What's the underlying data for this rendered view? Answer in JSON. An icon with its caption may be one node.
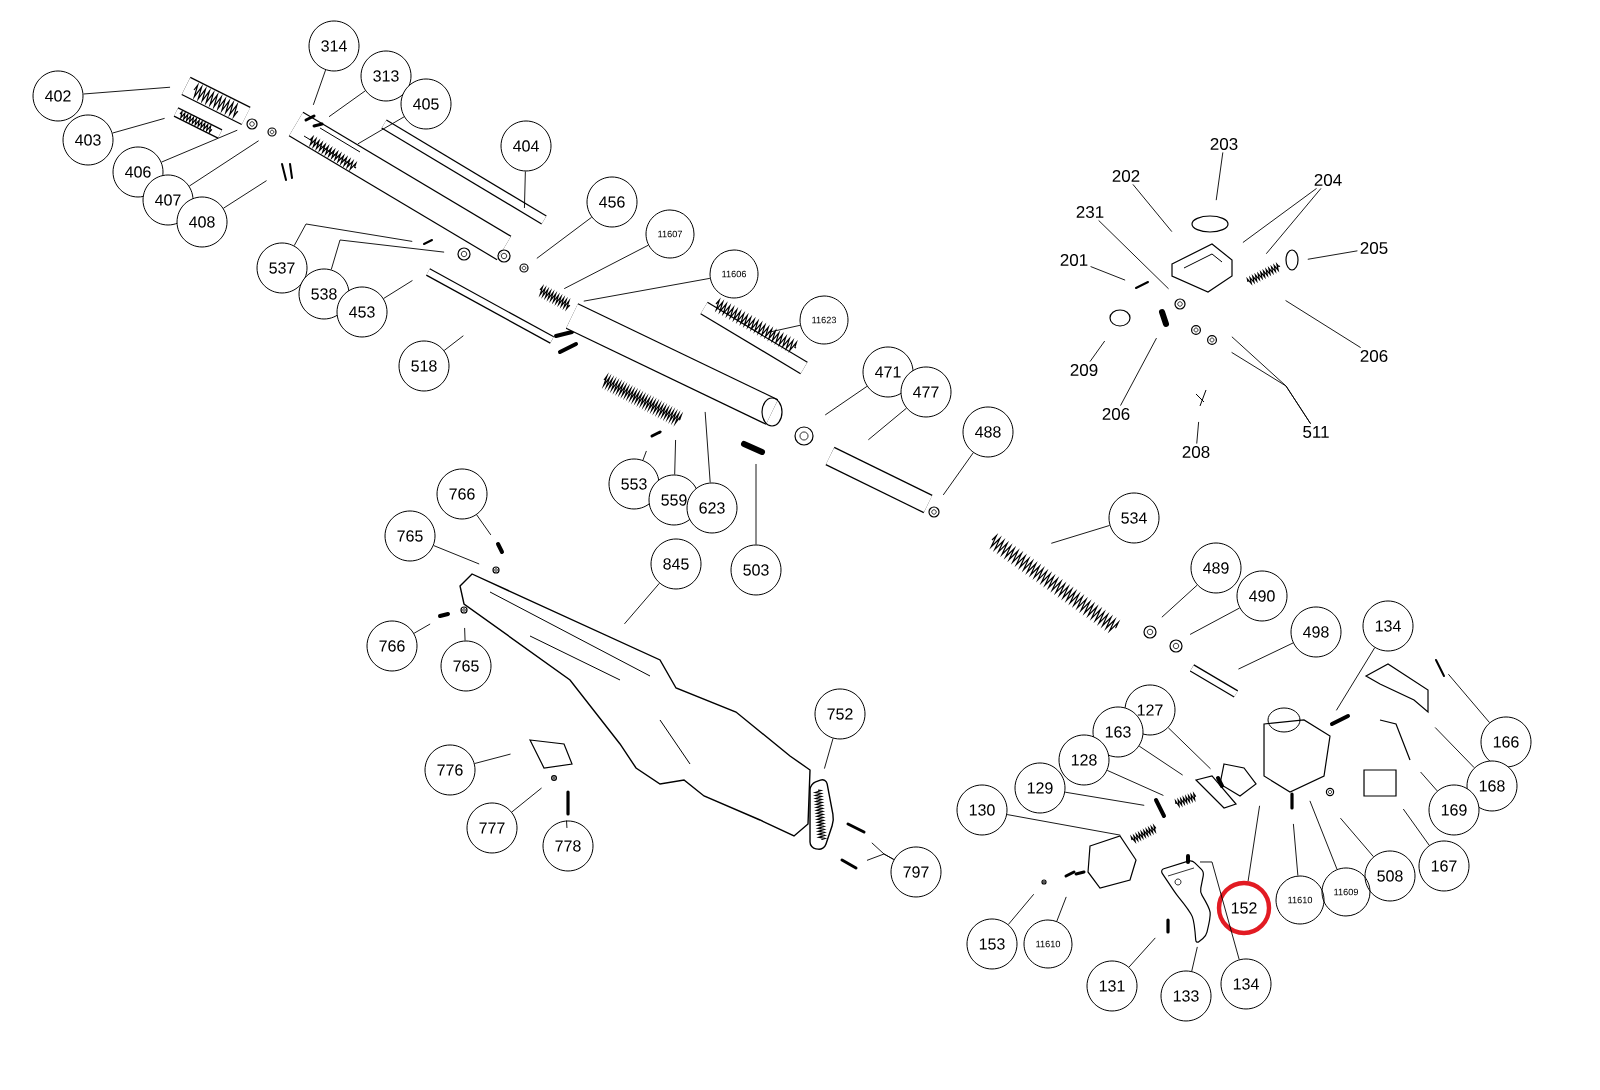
{
  "diagram": {
    "nodes": [
      {
        "text": [
          "402"
        ]
      },
      {
        "text": [
          "403"
        ]
      },
      {
        "text": [
          "406"
        ]
      },
      {
        "text": [
          "407"
        ]
      },
      {
        "text": [
          "408"
        ]
      },
      {
        "text": [
          "314"
        ]
      },
      {
        "text": [
          "313"
        ]
      },
      {
        "text": [
          "405"
        ]
      },
      {
        "text": [
          "404"
        ]
      },
      {
        "text": [
          "537"
        ]
      },
      {
        "text": [
          "538"
        ]
      },
      {
        "text": [
          "453"
        ]
      },
      {
        "text": [
          "518"
        ]
      },
      {
        "text": [
          "456"
        ]
      },
      {
        "text": [
          "11607"
        ]
      },
      {
        "text": [
          "11606"
        ]
      },
      {
        "text": [
          "11623"
        ]
      },
      {
        "text": [
          "471"
        ]
      },
      {
        "text": [
          "477"
        ]
      },
      {
        "text": [
          "488"
        ]
      },
      {
        "text": [
          "553"
        ]
      },
      {
        "text": [
          "559"
        ]
      },
      {
        "text": [
          "623"
        ]
      },
      {
        "text": [
          "503"
        ]
      },
      {
        "text": [
          "203"
        ]
      },
      {
        "text": [
          "202"
        ]
      },
      {
        "text": [
          "231"
        ]
      },
      {
        "text": [
          "201"
        ]
      },
      {
        "text": [
          "204"
        ]
      },
      {
        "text": [
          "205"
        ]
      },
      {
        "text": [
          "206"
        ]
      },
      {
        "text": [
          "209"
        ]
      },
      {
        "text": [
          "206"
        ]
      },
      {
        "text": [
          "208"
        ]
      },
      {
        "text": [
          "511"
        ]
      },
      {
        "text": [
          "766"
        ]
      },
      {
        "text": [
          "765"
        ]
      },
      {
        "text": [
          "766"
        ]
      },
      {
        "text": [
          "765"
        ]
      },
      {
        "text": [
          "845"
        ]
      },
      {
        "text": [
          "752"
        ]
      },
      {
        "text": [
          "776"
        ]
      },
      {
        "text": [
          "777"
        ]
      },
      {
        "text": [
          "778"
        ]
      },
      {
        "text": [
          "797"
        ]
      },
      {
        "text": [
          "534"
        ]
      },
      {
        "text": [
          "489"
        ]
      },
      {
        "text": [
          "490"
        ]
      },
      {
        "text": [
          "498"
        ]
      },
      {
        "text": [
          "134"
        ]
      },
      {
        "text": [
          "166"
        ]
      },
      {
        "text": [
          "127"
        ]
      },
      {
        "text": [
          "163"
        ]
      },
      {
        "text": [
          "128"
        ]
      },
      {
        "text": [
          "129"
        ]
      },
      {
        "text": [
          "130"
        ]
      },
      {
        "text": [
          "168"
        ]
      },
      {
        "text": [
          "169"
        ]
      },
      {
        "text": [
          "167"
        ]
      },
      {
        "text": [
          "508"
        ]
      },
      {
        "text": [
          "11609"
        ]
      },
      {
        "text": [
          "11610"
        ]
      },
      {
        "text": [
          "152"
        ]
      },
      {
        "text": [
          "153"
        ]
      },
      {
        "text": [
          "11610"
        ]
      },
      {
        "text": [
          "131"
        ]
      },
      {
        "text": [
          "133"
        ]
      },
      {
        "text": [
          "134"
        ]
      }
    ],
    "edges": [
      {
        "from": 0,
        "to": null,
        "arrow": "none"
      },
      {
        "from": 1,
        "to": null,
        "arrow": "none"
      },
      {
        "from": 2,
        "to": null,
        "arrow": "none"
      },
      {
        "from": 3,
        "to": null,
        "arrow": "none"
      },
      {
        "from": 4,
        "to": null,
        "arrow": "none"
      },
      {
        "from": 5,
        "to": null,
        "arrow": "none"
      },
      {
        "from": 6,
        "to": null,
        "arrow": "none"
      },
      {
        "from": 7,
        "to": null,
        "arrow": "none"
      },
      {
        "from": 8,
        "to": null,
        "arrow": "none"
      },
      {
        "from": 9,
        "to": null,
        "arrow": "none"
      },
      {
        "from": 10,
        "to": null,
        "arrow": "none"
      },
      {
        "from": 11,
        "to": null,
        "arrow": "none"
      },
      {
        "from": 12,
        "to": null,
        "arrow": "none"
      },
      {
        "from": 13,
        "to": null,
        "arrow": "none"
      },
      {
        "from": 14,
        "to": null,
        "arrow": "none"
      },
      {
        "from": 15,
        "to": null,
        "arrow": "none"
      },
      {
        "from": 16,
        "to": null,
        "arrow": "none"
      },
      {
        "from": 17,
        "to": null,
        "arrow": "none"
      },
      {
        "from": 18,
        "to": null,
        "arrow": "none"
      },
      {
        "from": 19,
        "to": null,
        "arrow": "none"
      },
      {
        "from": 20,
        "to": null,
        "arrow": "none"
      },
      {
        "from": 21,
        "to": null,
        "arrow": "none"
      },
      {
        "from": 22,
        "to": null,
        "arrow": "none"
      },
      {
        "from": 23,
        "to": null,
        "arrow": "none"
      },
      {
        "from": 24,
        "to": null,
        "arrow": "none"
      },
      {
        "from": 25,
        "to": null,
        "arrow": "none"
      },
      {
        "from": 26,
        "to": null,
        "arrow": "none"
      },
      {
        "from": 27,
        "to": null,
        "arrow": "none"
      },
      {
        "from": 28,
        "to": null,
        "arrow": "none"
      },
      {
        "from": 28,
        "to": null,
        "arrow": "none"
      },
      {
        "from": 29,
        "to": null,
        "arrow": "none"
      },
      {
        "from": 30,
        "to": null,
        "arrow": "none"
      },
      {
        "from": 31,
        "to": null,
        "arrow": "none"
      },
      {
        "from": 32,
        "to": null,
        "arrow": "none"
      },
      {
        "from": 33,
        "to": null,
        "arrow": "none"
      },
      {
        "from": 34,
        "to": null,
        "arrow": "none"
      },
      {
        "from": 34,
        "to": null,
        "arrow": "none"
      },
      {
        "from": 35,
        "to": null,
        "arrow": "none"
      },
      {
        "from": 36,
        "to": null,
        "arrow": "none"
      },
      {
        "from": 37,
        "to": null,
        "arrow": "none"
      },
      {
        "from": 38,
        "to": null,
        "arrow": "none"
      },
      {
        "from": 39,
        "to": null,
        "arrow": "none"
      },
      {
        "from": 40,
        "to": null,
        "arrow": "none"
      },
      {
        "from": 41,
        "to": null,
        "arrow": "none"
      },
      {
        "from": 42,
        "to": null,
        "arrow": "none"
      },
      {
        "from": 43,
        "to": null,
        "arrow": "none"
      },
      {
        "from": 44,
        "to": null,
        "arrow": "none"
      },
      {
        "from": 44,
        "to": null,
        "arrow": "none"
      },
      {
        "from": 45,
        "to": null,
        "arrow": "none"
      },
      {
        "from": 46,
        "to": null,
        "arrow": "none"
      },
      {
        "from": 47,
        "to": null,
        "arrow": "none"
      },
      {
        "from": 48,
        "to": null,
        "arrow": "none"
      },
      {
        "from": 49,
        "to": null,
        "arrow": "none"
      },
      {
        "from": 50,
        "to": null,
        "arrow": "none"
      },
      {
        "from": 51,
        "to": null,
        "arrow": "none"
      },
      {
        "from": 52,
        "to": null,
        "arrow": "none"
      },
      {
        "from": 53,
        "to": null,
        "arrow": "none"
      },
      {
        "from": 54,
        "to": null,
        "arrow": "none"
      },
      {
        "from": 55,
        "to": null,
        "arrow": "none"
      },
      {
        "from": 56,
        "to": null,
        "arrow": "none"
      },
      {
        "from": 57,
        "to": null,
        "arrow": "none"
      },
      {
        "from": 58,
        "to": null,
        "arrow": "none"
      },
      {
        "from": 59,
        "to": null,
        "arrow": "none"
      },
      {
        "from": 60,
        "to": null,
        "arrow": "none"
      },
      {
        "from": 61,
        "to": null,
        "arrow": "none"
      },
      {
        "from": 62,
        "to": null,
        "arrow": "none"
      },
      {
        "from": 63,
        "to": null,
        "arrow": "none"
      },
      {
        "from": 64,
        "to": null,
        "arrow": "none"
      },
      {
        "from": 65,
        "to": null,
        "arrow": "none"
      },
      {
        "from": 66,
        "to": null,
        "arrow": "none"
      },
      {
        "from": 67,
        "to": null,
        "arrow": "none"
      }
    ]
  }
}
